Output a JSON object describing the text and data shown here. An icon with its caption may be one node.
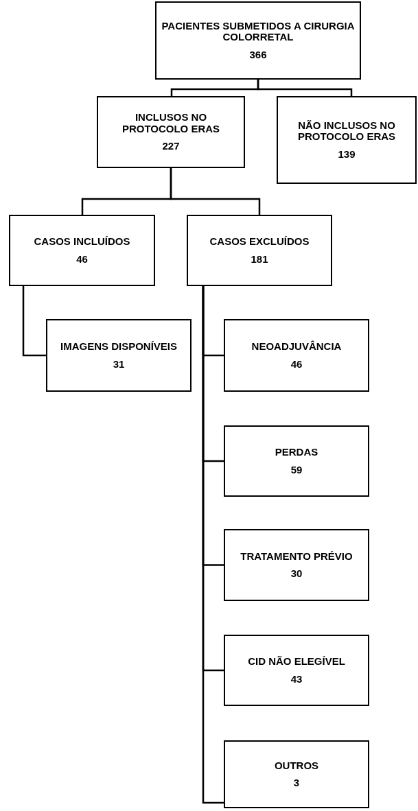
{
  "diagram": {
    "nodes": [
      {
        "text": [
          "PACIENTES SUBMETIDOS A CIRURGIA COLORRETAL",
          "366"
        ]
      },
      {
        "text": [
          "INCLUSOS NO PROTOCOLO ERAS",
          "227"
        ]
      },
      {
        "text": [
          "NÃO INCLUSOS NO PROTOCOLO ERAS",
          "139"
        ]
      },
      {
        "text": [
          "CASOS INCLUÍDOS",
          "46"
        ]
      },
      {
        "text": [
          "CASOS EXCLUÍDOS",
          "181"
        ]
      },
      {
        "text": [
          "IMAGENS DISPONÍVEIS",
          "31"
        ]
      },
      {
        "text": [
          "NEOADJUVÂNCIA",
          "46"
        ]
      },
      {
        "text": [
          "PERDAS",
          "59"
        ]
      },
      {
        "text": [
          "TRATAMENTO PRÉVIO",
          "30"
        ]
      },
      {
        "text": [
          "CID NÃO ELEGÍVEL",
          "43"
        ]
      },
      {
        "text": [
          "OUTROS",
          "3"
        ]
      }
    ],
    "edges": [
      {
        "from": 0,
        "to": 1,
        "arrow": "none"
      },
      {
        "from": 0,
        "to": 2,
        "arrow": "none"
      },
      {
        "from": 1,
        "to": 3,
        "arrow": "none"
      },
      {
        "from": 1,
        "to": 4,
        "arrow": "none"
      },
      {
        "from": 3,
        "to": 5,
        "arrow": "none"
      },
      {
        "from": 4,
        "to": 6,
        "arrow": "none"
      },
      {
        "from": 4,
        "to": 7,
        "arrow": "none"
      },
      {
        "from": 4,
        "to": 8,
        "arrow": "none"
      },
      {
        "from": 4,
        "to": 9,
        "arrow": "none"
      },
      {
        "from": 4,
        "to": 10,
        "arrow": "none"
      }
    ]
  }
}
